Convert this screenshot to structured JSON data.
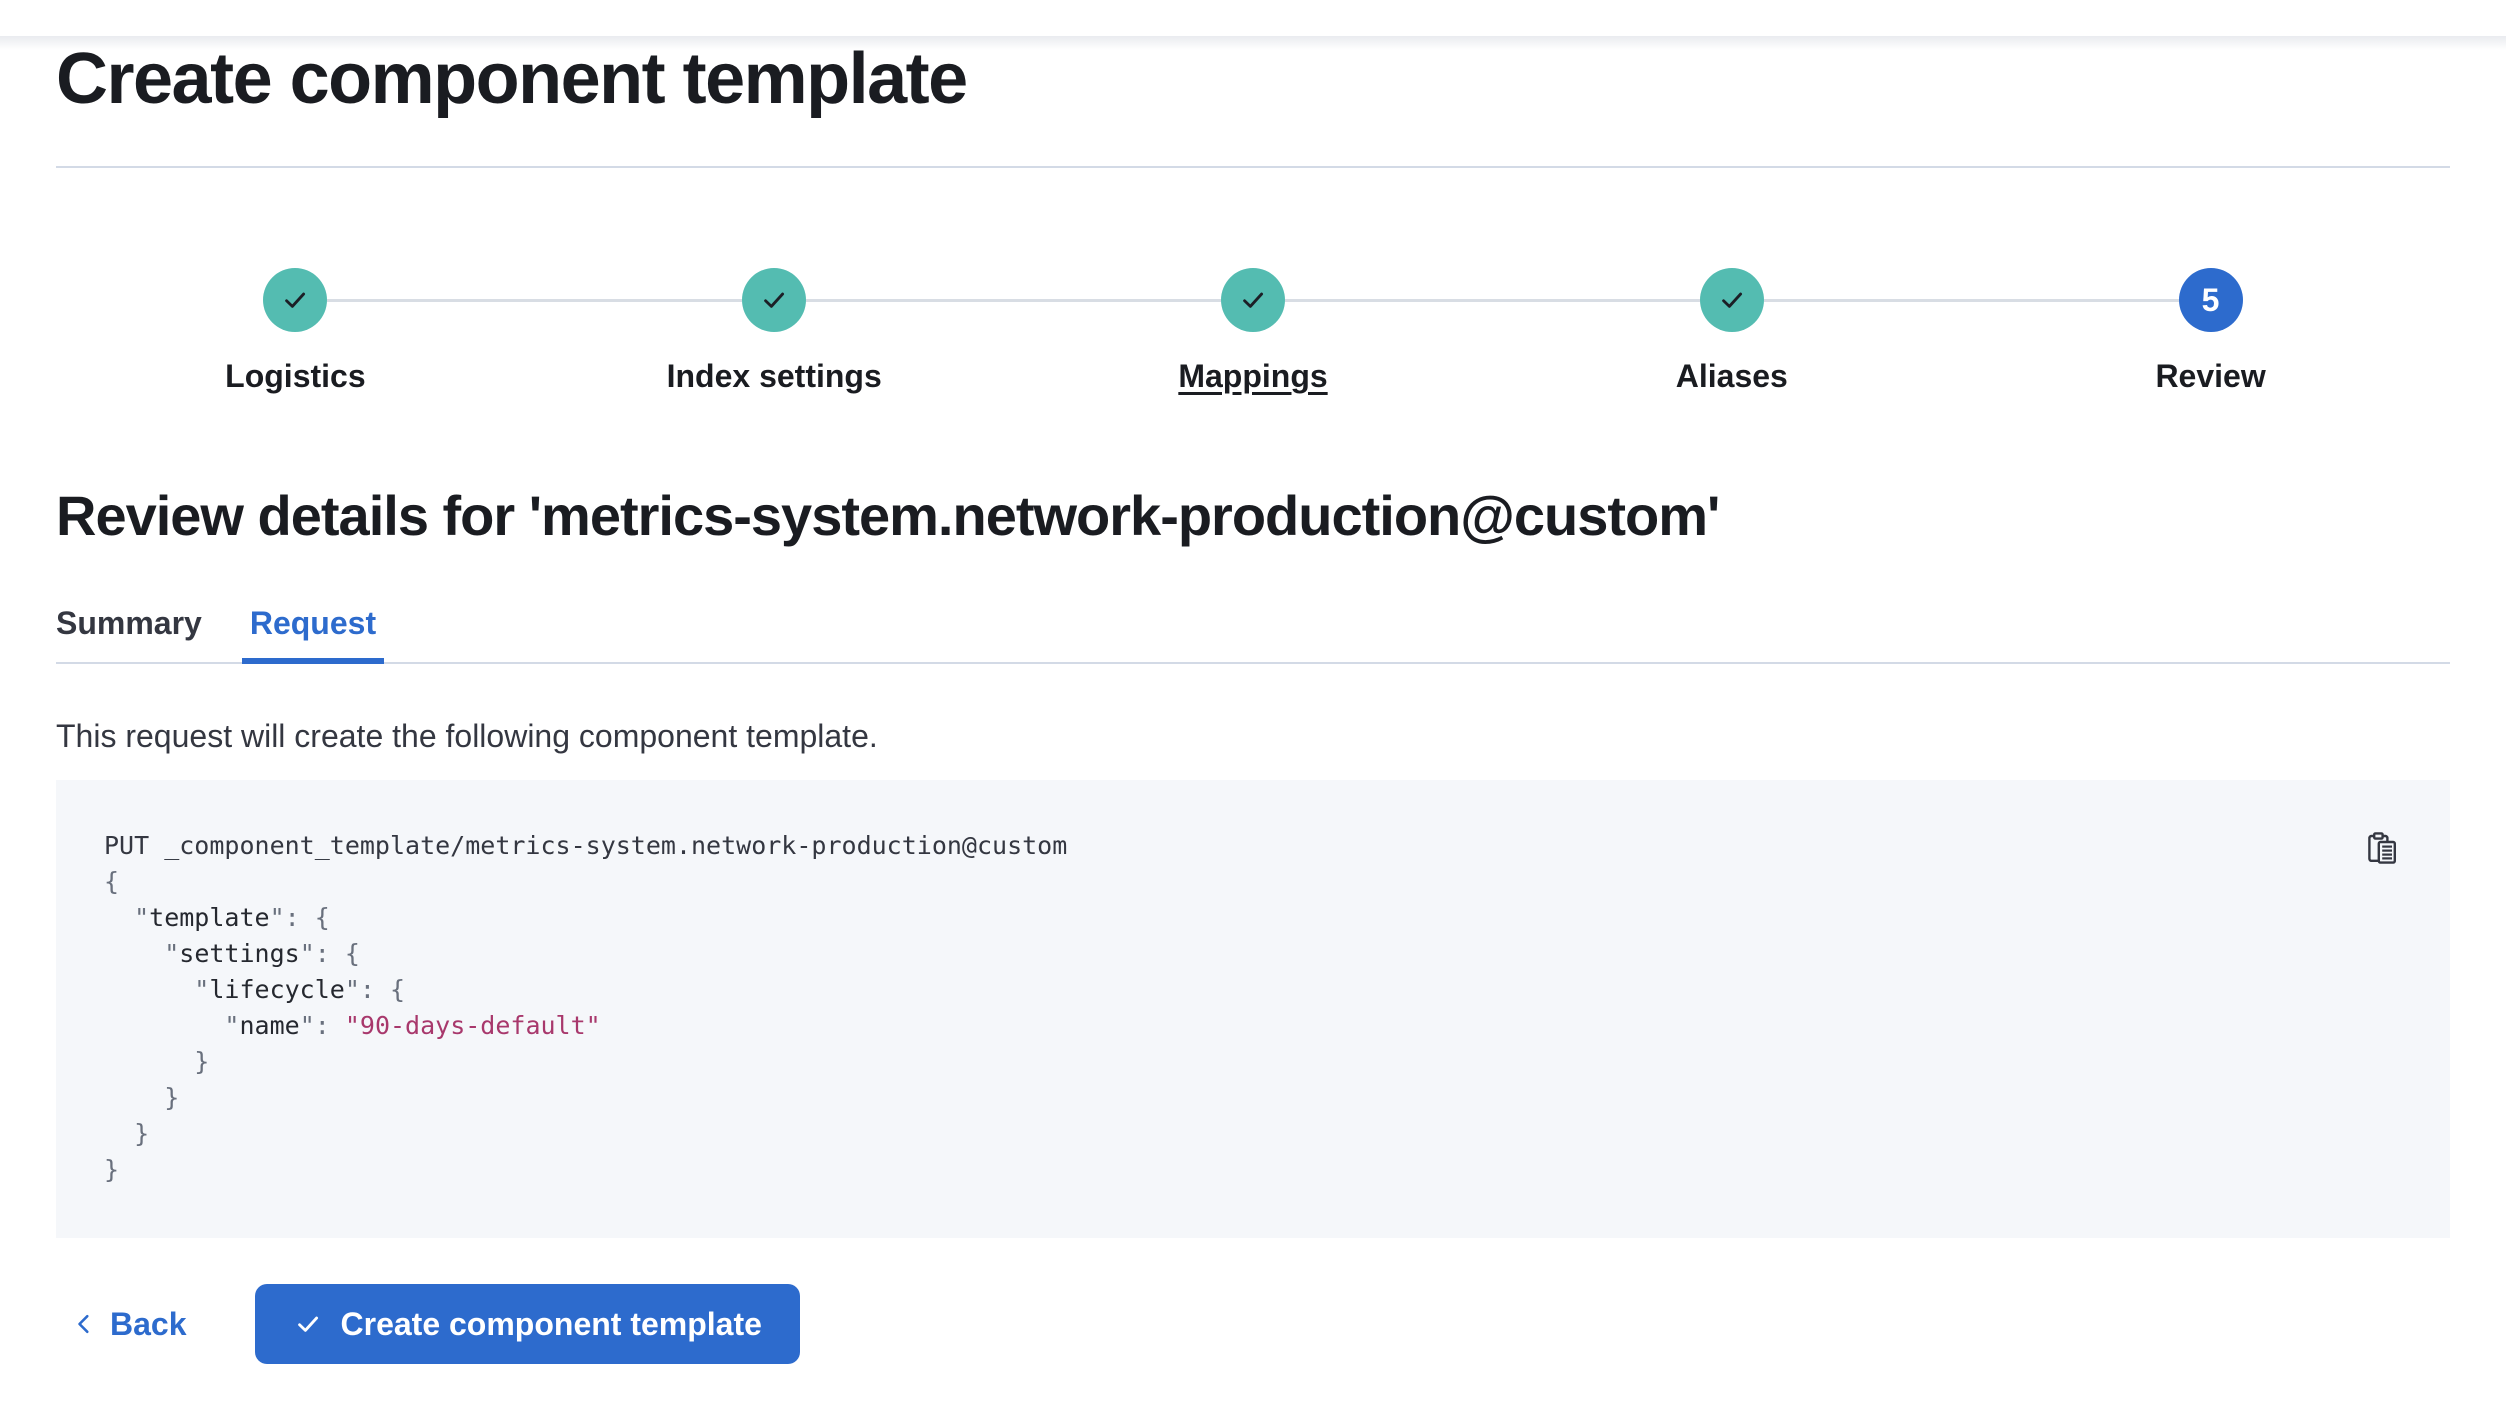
{
  "page": {
    "title": "Create component template"
  },
  "stepper": {
    "steps": [
      {
        "label": "Logistics",
        "status": "complete",
        "underlined": false
      },
      {
        "label": "Index settings",
        "status": "complete",
        "underlined": false
      },
      {
        "label": "Mappings",
        "status": "complete",
        "underlined": true
      },
      {
        "label": "Aliases",
        "status": "complete",
        "underlined": false
      },
      {
        "label": "Review",
        "status": "current",
        "underlined": false,
        "number": "5"
      }
    ],
    "complete_icon": "check-icon"
  },
  "review": {
    "heading": "Review details for 'metrics-system.network-production@custom'",
    "tabs": [
      {
        "label": "Summary",
        "selected": false
      },
      {
        "label": "Request",
        "selected": true
      }
    ],
    "description": "This request will create the following component template."
  },
  "code": {
    "copy_icon": "copy-clipboard-icon",
    "lines": [
      [
        {
          "c": "n",
          "t": "PUT _component_template/metrics-system.network-production@custom"
        }
      ],
      [
        {
          "c": "p",
          "t": "{"
        }
      ],
      [
        {
          "c": "p",
          "t": "  \""
        },
        {
          "c": "k",
          "t": "template"
        },
        {
          "c": "p",
          "t": "\": {"
        }
      ],
      [
        {
          "c": "p",
          "t": "    \""
        },
        {
          "c": "k",
          "t": "settings"
        },
        {
          "c": "p",
          "t": "\": {"
        }
      ],
      [
        {
          "c": "p",
          "t": "      \""
        },
        {
          "c": "k",
          "t": "lifecycle"
        },
        {
          "c": "p",
          "t": "\": {"
        }
      ],
      [
        {
          "c": "p",
          "t": "        \""
        },
        {
          "c": "k",
          "t": "name"
        },
        {
          "c": "p",
          "t": "\": "
        },
        {
          "c": "s",
          "t": "\"90-days-default\""
        }
      ],
      [
        {
          "c": "p",
          "t": "      }"
        }
      ],
      [
        {
          "c": "p",
          "t": "    }"
        }
      ],
      [
        {
          "c": "p",
          "t": "  }"
        }
      ],
      [
        {
          "c": "p",
          "t": "}"
        }
      ]
    ]
  },
  "footer": {
    "back_label": "Back",
    "back_icon": "chevron-left-icon",
    "create_label": "Create component template",
    "create_icon": "check-icon"
  },
  "colors": {
    "ink": "#1A1C21",
    "body": "#343741",
    "subdued": "#69707D",
    "divider": "#D3DAE6",
    "connector": "#D8DDE4",
    "teal": "#54BCB1",
    "primary": "#2D6BCD",
    "string": "#A8386C",
    "code-bg": "#F5F7FA"
  }
}
